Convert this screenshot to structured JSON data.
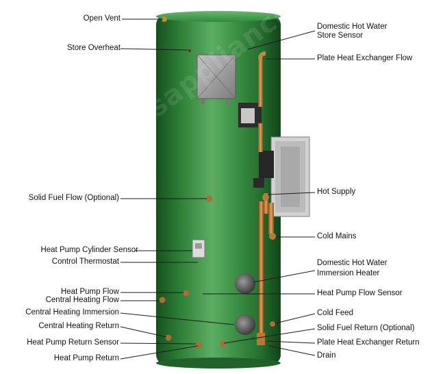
{
  "diagram": {
    "watermark": "www.hasappliance-guide.co.uk",
    "labels_left": {
      "open_vent": "Open Vent",
      "store_overheat": "Store Overheat",
      "solid_fuel_flow": "Solid Fuel Flow (Optional)",
      "hp_cylinder_sensor": "Heat Pump Cylinder Sensor",
      "control_thermostat": "Control Thermostat",
      "hp_flow": "Heat Pump Flow",
      "ch_flow": "Central Heating Flow",
      "ch_immersion": "Central Heating Immersion",
      "ch_return": "Central Heating Return",
      "hp_return_sensor": "Heat Pump Return Sensor",
      "hp_return": "Heat Pump Return"
    },
    "labels_right": {
      "dhw_store_sensor_1": "Domestic Hot Water",
      "dhw_store_sensor_2": "Store Sensor",
      "plate_hx_flow": "Plate Heat Exchanger Flow",
      "hot_supply": "Hot Supply",
      "cold_mains": "Cold Mains",
      "dhw_immersion_1": "Domestic Hot Water",
      "dhw_immersion_2": "Immersion Heater",
      "hp_flow_sensor": "Heat Pump Flow Sensor",
      "cold_feed": "Cold Feed",
      "solid_fuel_return": "Solid Fuel Return (Optional)",
      "plate_hx_return": "Plate Heat Exchanger Return",
      "drain": "Drain"
    },
    "colors": {
      "cylinder": "#2f8a3c",
      "cylinder_dark": "#1b5a24",
      "cylinder_light": "#5fb76a",
      "copper": "#c9853f",
      "box_grey": "#9a9a9a"
    }
  }
}
